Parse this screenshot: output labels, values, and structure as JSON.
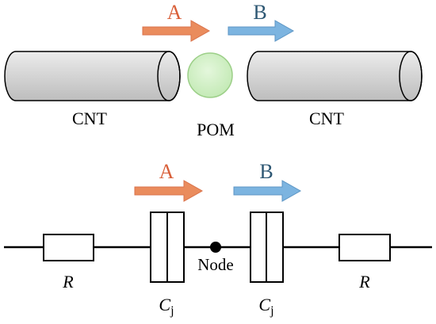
{
  "top": {
    "arrow_a_label": "A",
    "arrow_b_label": "B",
    "left_tube_label": "CNT",
    "center_sphere_label": "POM",
    "right_tube_label": "CNT"
  },
  "circuit": {
    "arrow_a_label": "A",
    "arrow_b_label": "B",
    "left_resistor_label": "R",
    "right_resistor_label": "R",
    "node_label": "Node",
    "left_capacitor_label_main": "C",
    "left_capacitor_label_sub": "j",
    "right_capacitor_label_main": "C",
    "right_capacitor_label_sub": "j"
  },
  "colors": {
    "arrow_a": "#ea8c5d",
    "arrow_a_text": "#d9603a",
    "arrow_b": "#7cb4e0",
    "arrow_b_text": "#2d5773",
    "tube_fill": "#d6d6d6",
    "sphere_fill": "#ccefc2",
    "sphere_stroke": "#9ccf88",
    "line": "#000000"
  }
}
